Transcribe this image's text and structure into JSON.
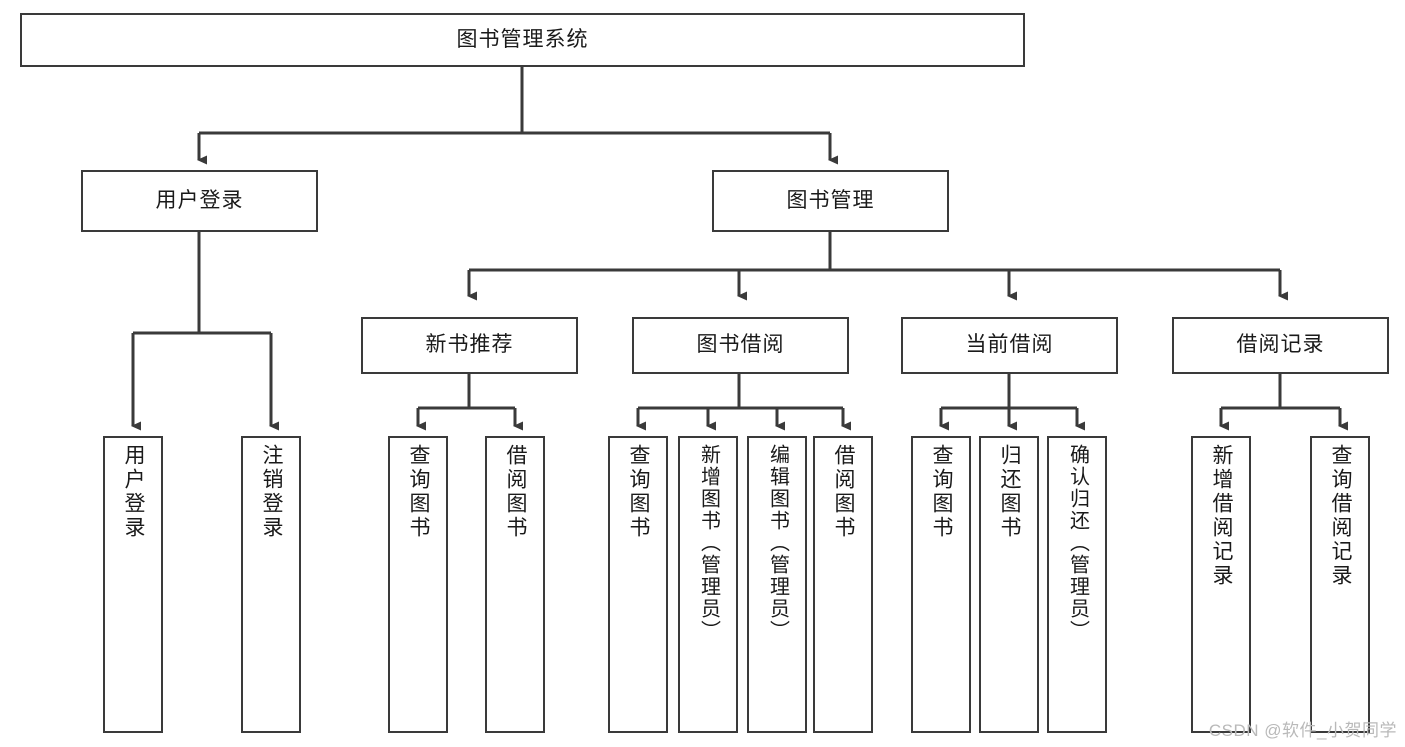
{
  "diagram": {
    "title": "图书管理系统",
    "type": "tree-hierarchy",
    "root": {
      "id": "root",
      "label": "图书管理系统"
    },
    "level2": [
      {
        "id": "user-login",
        "label": "用户登录"
      },
      {
        "id": "book-manage",
        "label": "图书管理"
      }
    ],
    "level3": [
      {
        "id": "new-book-rec",
        "label": "新书推荐"
      },
      {
        "id": "book-borrow",
        "label": "图书借阅"
      },
      {
        "id": "current-borrow",
        "label": "当前借阅"
      },
      {
        "id": "borrow-record",
        "label": "借阅记录"
      }
    ],
    "leaves": {
      "user_login": [
        {
          "id": "leaf-user-login",
          "label": "用户登录"
        },
        {
          "id": "leaf-logout",
          "label": "注销登录"
        }
      ],
      "new_book_rec": [
        {
          "id": "leaf-query-book-1",
          "label": "查询图书"
        },
        {
          "id": "leaf-borrow-book-1",
          "label": "借阅图书"
        }
      ],
      "book_borrow": [
        {
          "id": "leaf-query-book-2",
          "label": "查询图书"
        },
        {
          "id": "leaf-add-book",
          "label": "新增图书（管理员）"
        },
        {
          "id": "leaf-edit-book",
          "label": "编辑图书（管理员）"
        },
        {
          "id": "leaf-borrow-book-2",
          "label": "借阅图书"
        }
      ],
      "current_borrow": [
        {
          "id": "leaf-query-book-3",
          "label": "查询图书"
        },
        {
          "id": "leaf-return-book",
          "label": "归还图书"
        },
        {
          "id": "leaf-confirm-return",
          "label": "确认归还（管理员）"
        }
      ],
      "borrow_record": [
        {
          "id": "leaf-add-record",
          "label": "新增借阅记录"
        },
        {
          "id": "leaf-query-record",
          "label": "查询借阅记录"
        }
      ]
    }
  },
  "watermark": {
    "text": "CSDN @软件_小贺同学"
  },
  "colors": {
    "border": "#3a3a3a",
    "background": "#ffffff",
    "text": "#1a1a1a",
    "watermark": "#b9b9b9"
  }
}
